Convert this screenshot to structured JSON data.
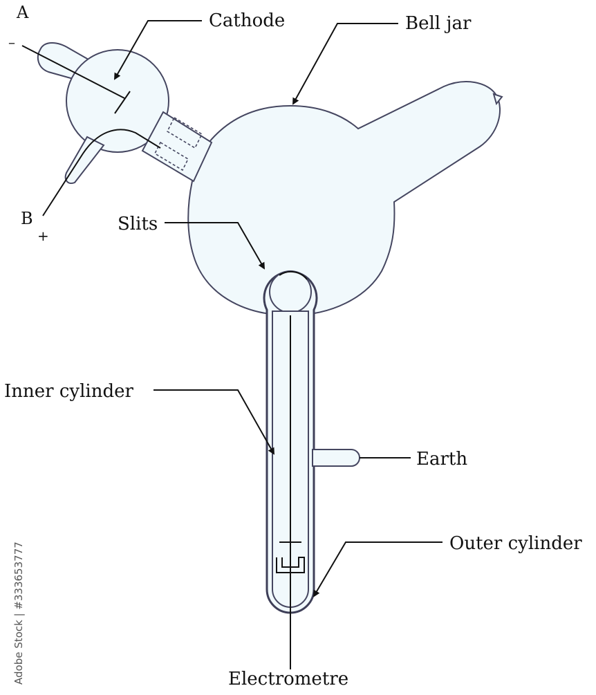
{
  "diagram": {
    "labels": {
      "cathode": "Cathode",
      "bell_jar": "Bell jar",
      "slits": "Slits",
      "inner_cylinder": "Inner cylinder",
      "earth": "Earth",
      "outer_cylinder": "Outer cylinder",
      "electrometre": "Electrometre"
    },
    "terminals": {
      "a": "A",
      "a_sign": "–",
      "b": "B",
      "b_sign": "+"
    }
  },
  "watermark": {
    "side_text": "Adobe Stock | #333653777"
  },
  "colors": {
    "glass_fill": "#f1f9fc",
    "glass_outline": "#454660",
    "line": "#111111"
  }
}
